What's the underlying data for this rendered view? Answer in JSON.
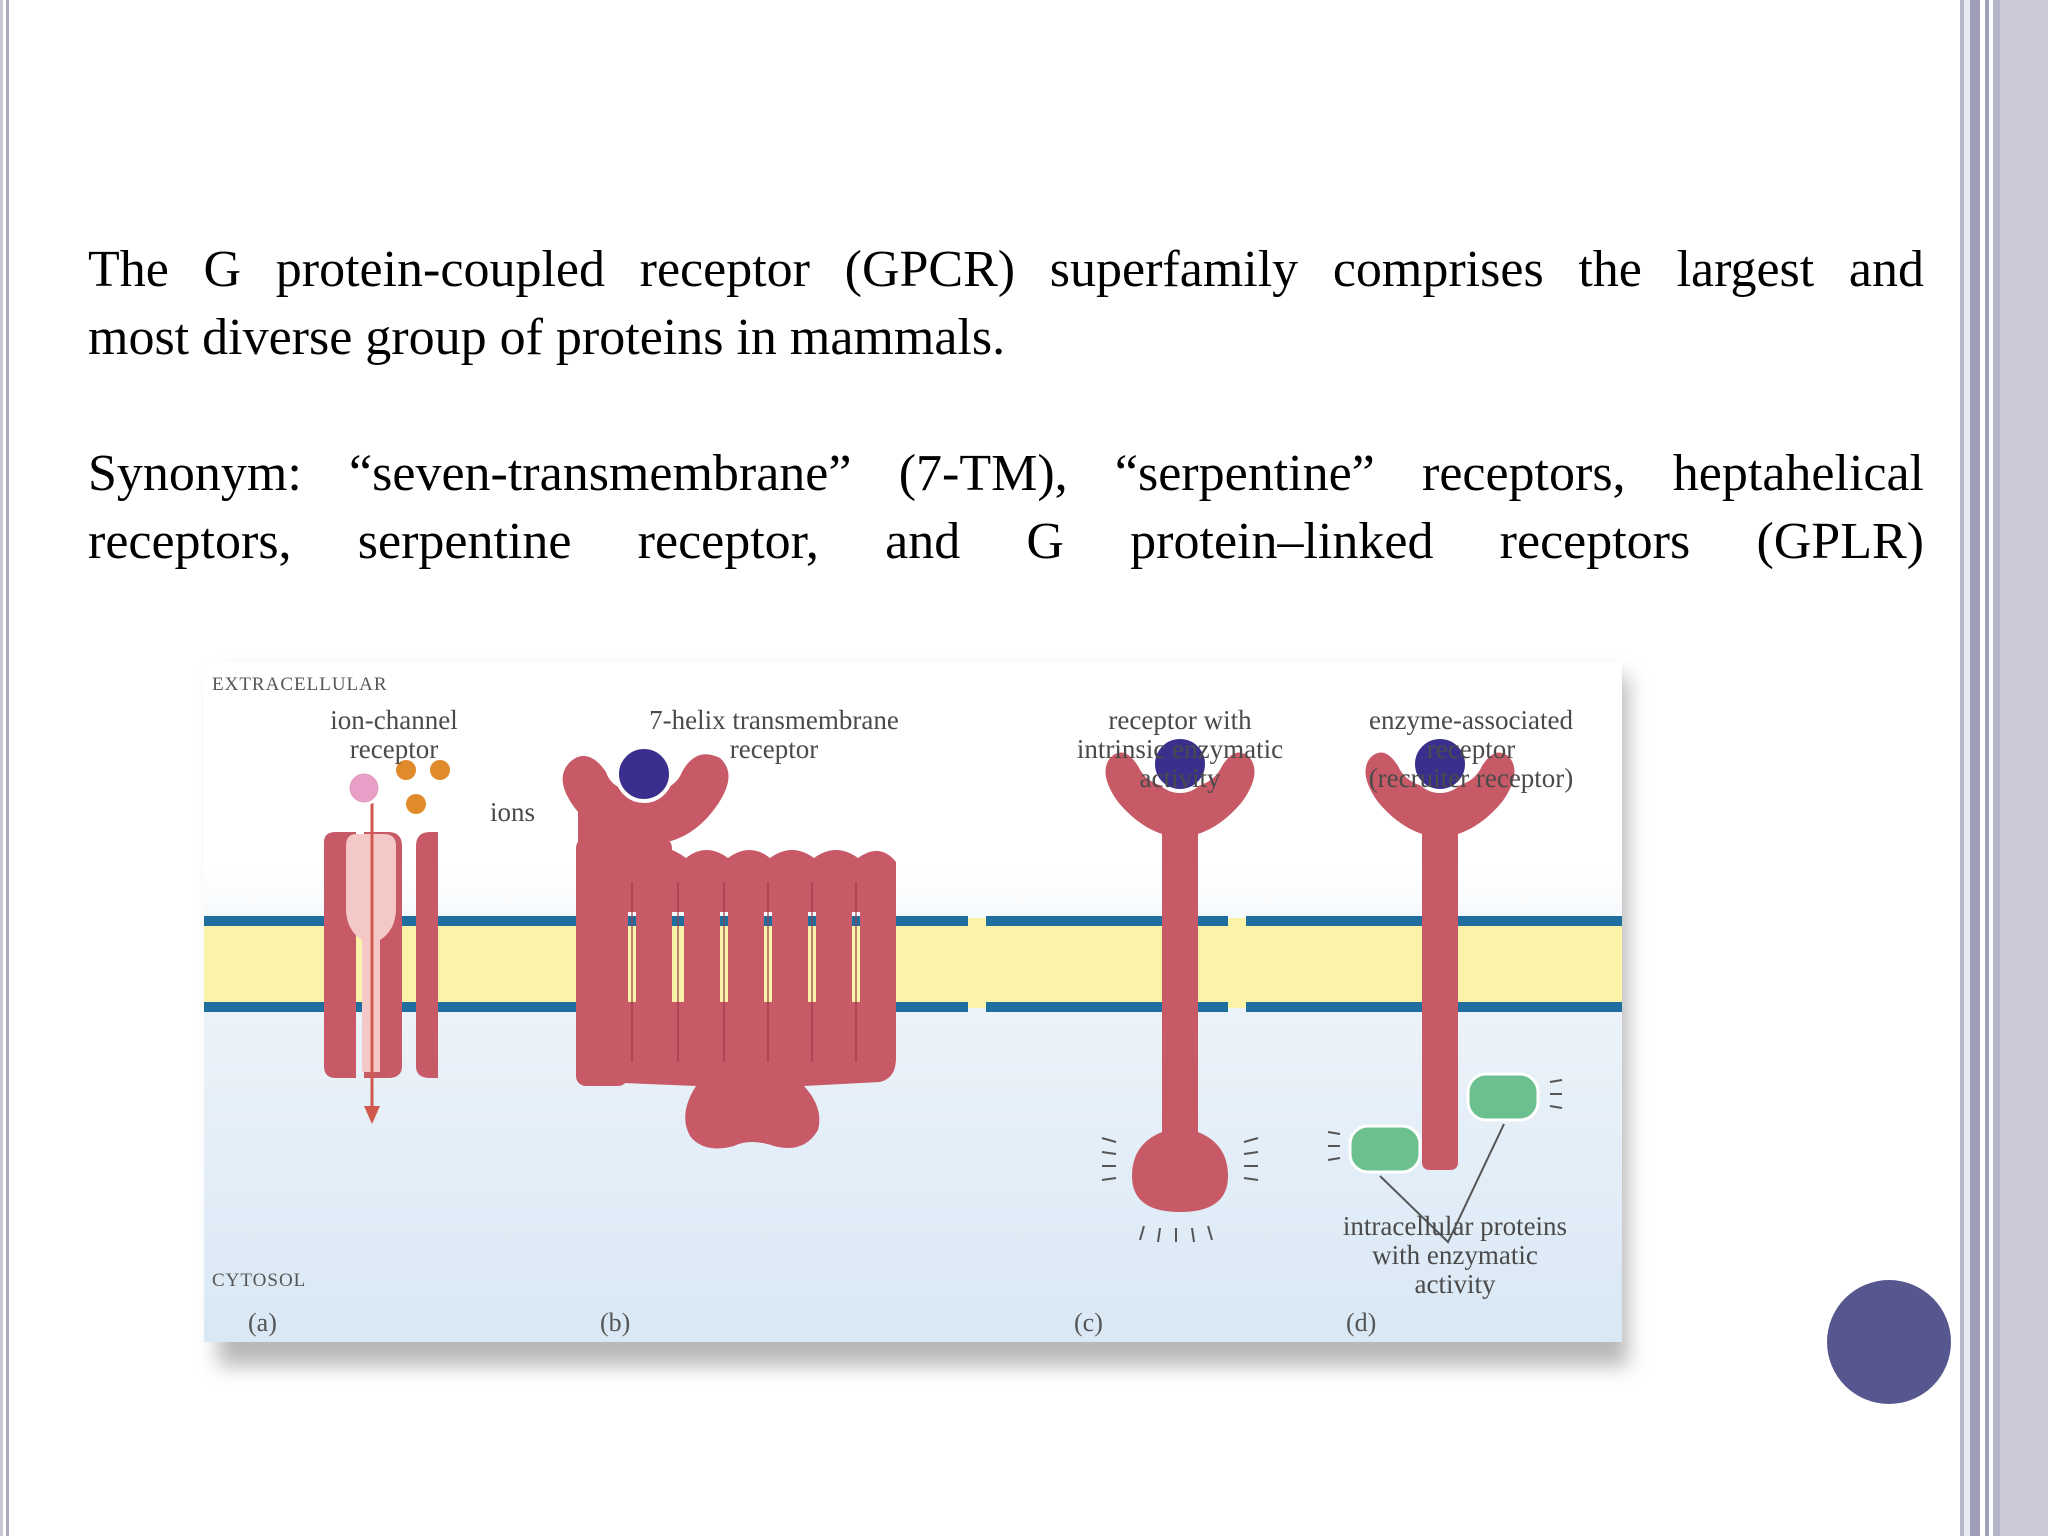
{
  "slide": {
    "paragraph1": {
      "line1": "The G protein-coupled receptor (GPCR) superfamily comprises the largest and",
      "line2": "most diverse group of proteins in mammals."
    },
    "paragraph2": {
      "line1": "Synonym: “seven-transmembrane” (7-TM), “serpentine”  receptors, heptahelical",
      "line2": "receptors,  serpentine  receptor,  and  G    protein–linked  receptors  (GPLR)"
    }
  },
  "figure": {
    "extracellular_label": "EXTRACELLULAR",
    "cytosol_label": "CYTOSOL",
    "ions_label": "ions",
    "panels": [
      {
        "letter": "(a)",
        "title_line1": "ion-channel",
        "title_line2": "receptor"
      },
      {
        "letter": "(b)",
        "title_line1": "7-helix transmembrane",
        "title_line2": "receptor"
      },
      {
        "letter": "(c)",
        "title_line1": "receptor with",
        "title_line2": "intrinsic enzymatic",
        "title_line3": "activity"
      },
      {
        "letter": "(d)",
        "title_line1": "enzyme-associated",
        "title_line2": "receptor",
        "title_line3": "(recruiter receptor)"
      }
    ],
    "intracellular_line1": "intracellular proteins",
    "intracellular_line2": "with enzymatic",
    "intracellular_line3": "activity",
    "colors": {
      "receptor": "#c85a68",
      "ligand": "#3a2f8c",
      "membrane_outer": "#1f6ea0",
      "membrane_inner": "#faf3a8",
      "enzyme": "#6cc08f",
      "ion": "#e08a2c",
      "channel_core": "#f5c8c8",
      "decor_circle": "#57578f"
    }
  }
}
